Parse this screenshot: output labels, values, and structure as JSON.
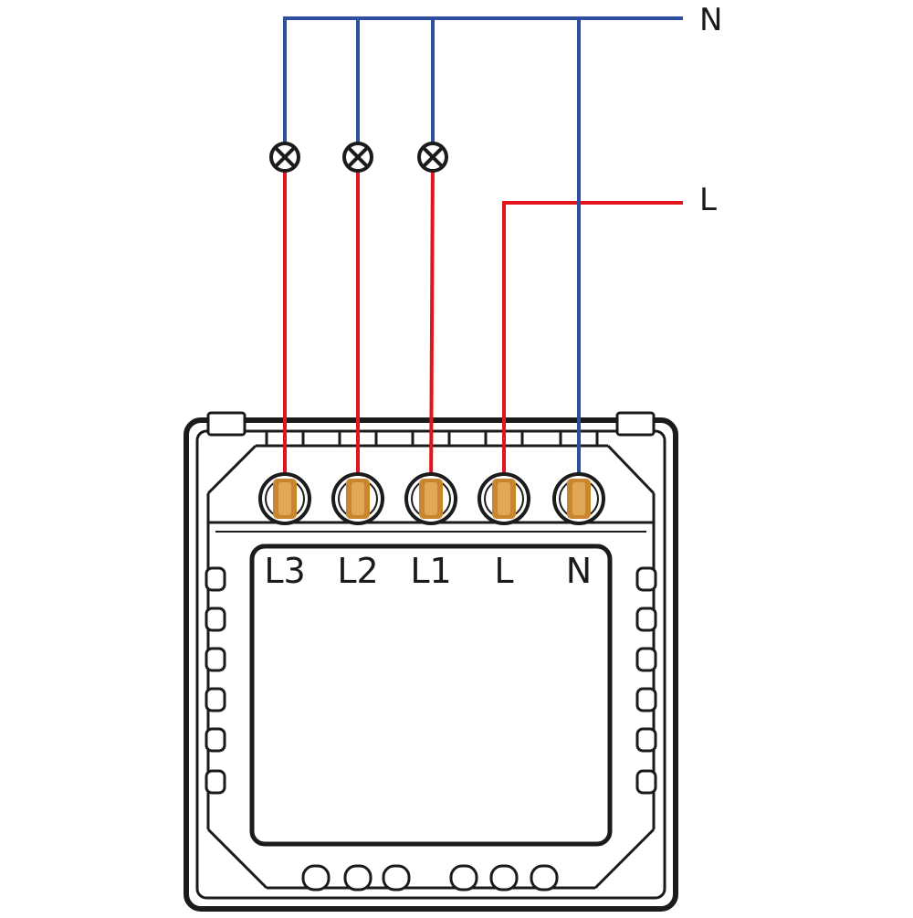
{
  "colors": {
    "neutral_wire": "#2d4f9e",
    "live_wire": "#e3151c",
    "outline": "#1b1b1b",
    "terminal_fill": "#c9862f",
    "background": "#ffffff"
  },
  "supply": {
    "neutral_label": "N",
    "live_label": "L"
  },
  "lamps": [
    {
      "icon": "lamp-icon"
    },
    {
      "icon": "lamp-icon"
    },
    {
      "icon": "lamp-icon"
    }
  ],
  "terminals": [
    {
      "label": "L3"
    },
    {
      "label": "L2"
    },
    {
      "label": "L1"
    },
    {
      "label": "L"
    },
    {
      "label": "N"
    }
  ]
}
